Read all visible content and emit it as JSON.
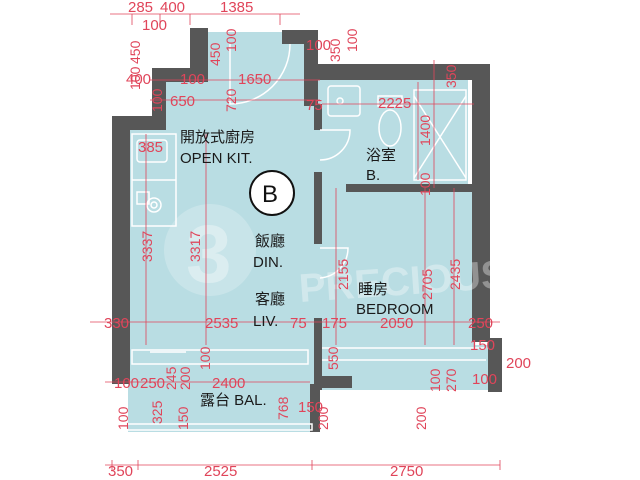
{
  "unit_label": "B",
  "rooms": {
    "kitchen_cn": "開放式廚房",
    "kitchen_en": "OPEN KIT.",
    "bathroom_cn": "浴室",
    "bathroom_en": "B.",
    "dining_cn": "飯廳",
    "dining_en": "DIN.",
    "living_cn": "客廳",
    "living_en": "LIV.",
    "bedroom_cn": "睡房",
    "bedroom_en": "BEDROOM",
    "balcony": "露台 BAL."
  },
  "watermark": {
    "logo_text": "PRECIOUS",
    "logo_glyph": "3"
  },
  "dims": {
    "t_285": "285",
    "t_400": "400",
    "t_1385": "1385",
    "t_100a": "100",
    "t_450": "450",
    "t_100b": "100",
    "t_450b": "450",
    "t_100c": "100",
    "t_100d": "100",
    "t_350a": "350",
    "t_100e": "100",
    "t_400b": "400",
    "t_100f": "100",
    "t_1650": "1650",
    "t_350b": "350",
    "t_100g": "100",
    "t_720": "720",
    "t_650": "650",
    "t_75a": "75",
    "t_2225": "2225",
    "t_1400": "1400",
    "t_100h": "100",
    "t_385": "385",
    "t_3337": "3337",
    "t_3317": "3317",
    "t_2155": "2155",
    "t_2705": "2705",
    "t_2435": "2435",
    "t_330": "330",
    "t_2535": "2535",
    "t_75b": "75",
    "t_175": "175",
    "t_2050": "2050",
    "t_250a": "250",
    "t_150a": "150",
    "t_550": "550",
    "t_200a": "200",
    "t_100i": "100",
    "t_250b": "250",
    "t_245": "245",
    "t_200b": "200",
    "t_100j": "100",
    "t_2400": "2400",
    "t_270": "270",
    "t_100k": "100",
    "t_100l": "100",
    "t_100m": "100",
    "t_325": "325",
    "t_150b": "150",
    "t_768": "768",
    "t_150c": "150",
    "t_200c": "200",
    "t_200d": "200",
    "t_bot_350": "350",
    "t_bot_2525": "2525",
    "t_bot_2750": "2750"
  },
  "colors": {
    "floor": "#b9dde3",
    "wall": "#575757",
    "dimension": "#e0455a",
    "fixture_line": "#ffffff"
  }
}
